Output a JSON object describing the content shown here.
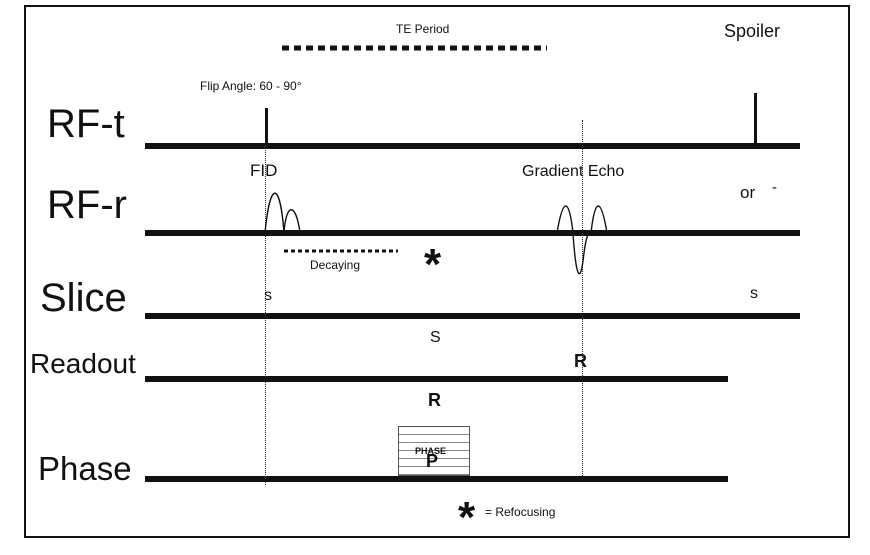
{
  "diagram": {
    "te_period_label": "TE Period",
    "spoiler_label": "Spoiler",
    "flip_angle_label": "Flip Angle: 60 - 90°",
    "rows": {
      "rf_t": "RF-t",
      "rf_r": "RF-r",
      "slice": "Slice",
      "readout": "Readout",
      "phase": "Phase"
    },
    "fid_label": "FID",
    "gradient_echo_label": "Gradient Echo",
    "or_label": "or",
    "dash_label": "-",
    "decaying_label": "Decaying",
    "refocus_symbol": "*",
    "slice_marker": "s",
    "slice_marker_upper": "S",
    "readout_marker": "R",
    "phase_marker": "P",
    "phase_box_label": "PHASE",
    "legend_symbol": "*",
    "legend_text": "= Refocusing"
  }
}
